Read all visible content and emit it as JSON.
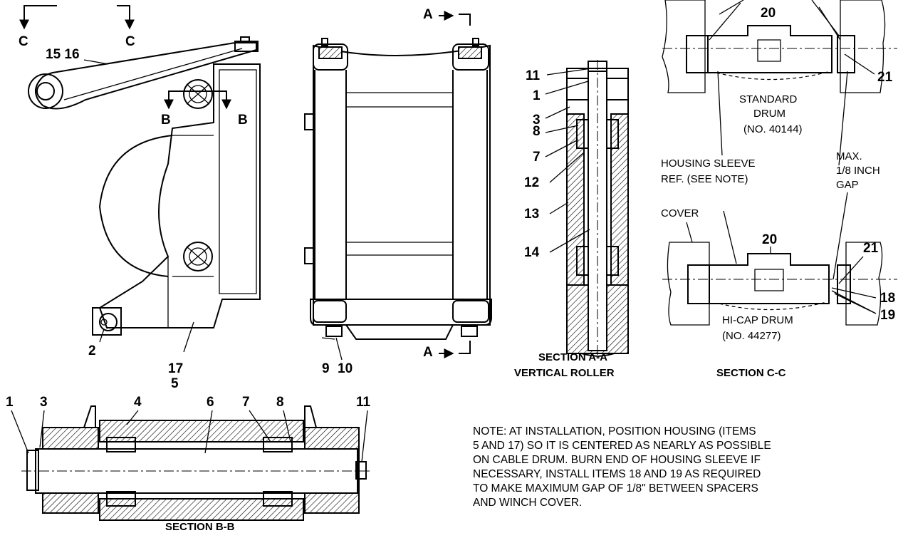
{
  "view_c": {
    "left_letter": "C",
    "right_letter": "C"
  },
  "view_b": {
    "left_letter": "B",
    "right_letter": "B"
  },
  "view_a": {
    "top_letter": "A",
    "bottom_letter": "A"
  },
  "callouts": {
    "n15_16": "15 16",
    "n2": "2",
    "n17": "17",
    "n5": "5",
    "n9": "9",
    "n10": "10",
    "aa_11": "11",
    "aa_1": "1",
    "aa_3": "3",
    "aa_8": "8",
    "aa_7": "7",
    "aa_12": "12",
    "aa_13": "13",
    "aa_14": "14",
    "cc_20_top": "20",
    "cc_21_top": "21",
    "cc_20_bot": "20",
    "cc_21_bot": "21",
    "cc_18": "18",
    "cc_19": "19",
    "bb_1": "1",
    "bb_3": "3",
    "bb_4": "4",
    "bb_6": "6",
    "bb_7": "7",
    "bb_8": "8",
    "bb_11": "11"
  },
  "section_cc_labels": {
    "standard_drum_line1": "STANDARD",
    "standard_drum_line2": "DRUM",
    "standard_drum_line3": "(NO. 40144)",
    "housing_sleeve_line1": "HOUSING SLEEVE",
    "housing_sleeve_line2": "REF. (SEE NOTE)",
    "max_gap_line1": "MAX.",
    "max_gap_line2": "1/8 INCH",
    "max_gap_line3": "GAP",
    "cover": "COVER",
    "hicap_line1": "HI-CAP DRUM",
    "hicap_line2": "(NO. 44277)"
  },
  "captions": {
    "section_aa_line1": "SECTION A-A",
    "section_aa_line2": "VERTICAL ROLLER",
    "section_cc": "SECTION C-C",
    "section_bb": "SECTION B-B"
  },
  "note_lines": [
    "NOTE:  AT INSTALLATION, POSITION HOUSING (ITEMS",
    "5 AND 17) SO IT IS CENTERED AS NEARLY AS POSSIBLE",
    "ON CABLE DRUM.  BURN END OF HOUSING SLEEVE IF",
    "NECESSARY, INSTALL ITEMS 18 AND 19 AS REQUIRED",
    "TO MAKE MAXIMUM GAP OF 1/8\" BETWEEN SPACERS",
    "AND WINCH COVER."
  ]
}
